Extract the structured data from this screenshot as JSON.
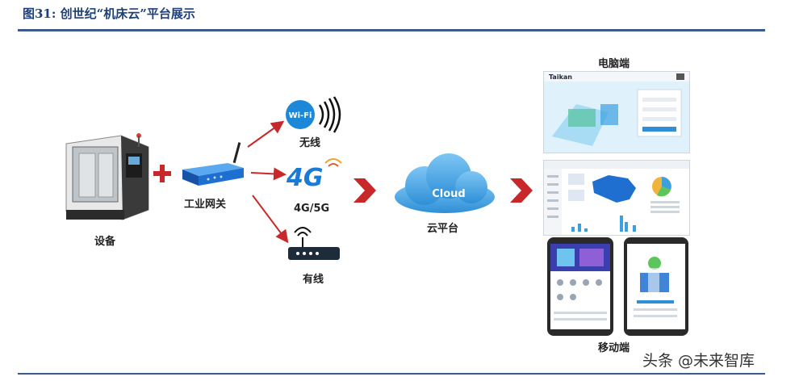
{
  "header": {
    "figure_title": "图31: 创世纪“机床云”平台展示"
  },
  "diagram": {
    "device_label": "设备",
    "gateway_label": "工业网关",
    "connections": {
      "wifi": {
        "label": "无线",
        "icon_text": "Wi-Fi"
      },
      "cellular": {
        "label": "4G/5G",
        "icon_text": "4G"
      },
      "wired": {
        "label": "有线"
      }
    },
    "cloud": {
      "label": "云平台",
      "icon_text": "Cloud"
    },
    "terminals": {
      "pc_label": "电脑端",
      "mobile_label": "移动端",
      "pc_login_brand": "Taikan"
    }
  },
  "watermark": "头条 @未来智库",
  "colors": {
    "title_blue": "#1f3f7a",
    "rule_blue": "#3a5a8c",
    "arrow_red": "#c8282a",
    "cloud_blue": "#2e8fd6",
    "gateway_blue": "#1d6fd0"
  }
}
